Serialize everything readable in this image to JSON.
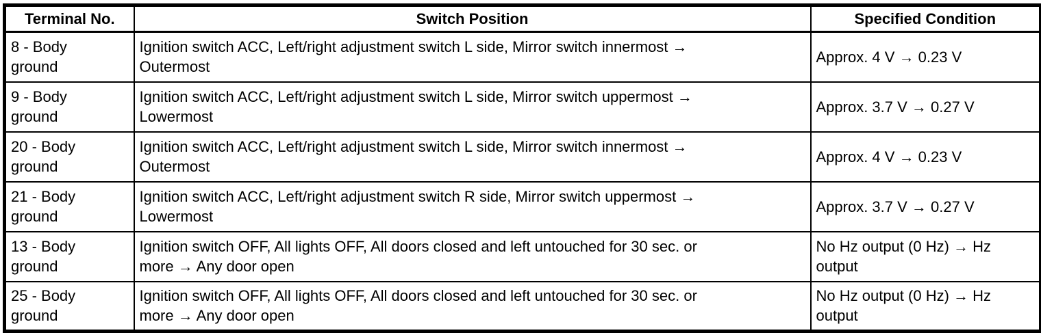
{
  "table": {
    "headers": [
      "Terminal No.",
      "Switch Position",
      "Specified Condition"
    ],
    "rows": [
      {
        "terminal": "8 - Body\nground",
        "switch_position": "Ignition switch ACC, Left/right adjustment switch L side, Mirror switch innermost →\nOutermost",
        "condition": "Approx. 4 V → 0.23 V"
      },
      {
        "terminal": "9 - Body\nground",
        "switch_position": "Ignition switch ACC, Left/right adjustment switch L side, Mirror switch uppermost →\nLowermost",
        "condition": "Approx. 3.7 V → 0.27 V"
      },
      {
        "terminal": "20 - Body\nground",
        "switch_position": "Ignition switch ACC, Left/right adjustment switch L side, Mirror switch innermost →\nOutermost",
        "condition": "Approx. 4 V → 0.23 V"
      },
      {
        "terminal": "21 - Body\nground",
        "switch_position": "Ignition switch ACC, Left/right adjustment switch R side, Mirror switch uppermost →\nLowermost",
        "condition": "Approx. 3.7 V → 0.27 V"
      },
      {
        "terminal": "13 - Body\nground",
        "switch_position": "Ignition switch OFF, All lights OFF, All doors closed and left untouched for 30 sec. or\nmore → Any door open",
        "condition": "No Hz output (0 Hz) → Hz\noutput"
      },
      {
        "terminal": "25 - Body\nground",
        "switch_position": "Ignition switch OFF, All lights OFF, All doors closed and left untouched for 30 sec. or\nmore → Any door open",
        "condition": "No Hz output (0 Hz) → Hz\noutput"
      }
    ]
  },
  "colors": {
    "border": "#000000",
    "text": "#000000",
    "background": "#ffffff"
  }
}
